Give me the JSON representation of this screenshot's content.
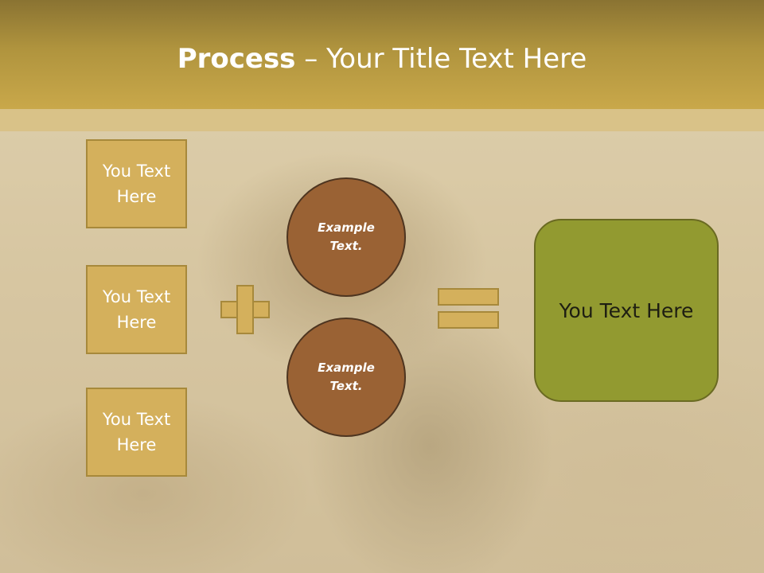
{
  "slide": {
    "title_bold": "Process",
    "title_rest": " – Your Title Text Here"
  },
  "left_boxes": [
    {
      "label": "You Text Here"
    },
    {
      "label": "You Text Here"
    },
    {
      "label": "You Text Here"
    }
  ],
  "circles": [
    {
      "label": "Example Text."
    },
    {
      "label": "Example Text."
    }
  ],
  "result": {
    "label": "You Text Here"
  },
  "icons": {
    "plus": "plus-icon",
    "equals": "equals-icon"
  },
  "colors": {
    "header": "#b0943e",
    "box_fill": "#d4b05c",
    "circle_fill": "#9a6234",
    "result_fill": "#929a30"
  }
}
